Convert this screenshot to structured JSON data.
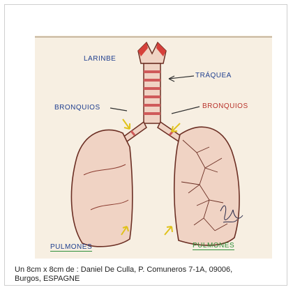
{
  "drawing": {
    "labels": {
      "larinbe": "LARINBE",
      "traquea": "TRÁQUEA",
      "bronquios_left": "BRONQUIOS",
      "bronquios_right": "BRONQUIOS",
      "pulmones_left": "PULMONES",
      "pulmones_right": "PULMONES"
    },
    "colors": {
      "paper": "#f7efe2",
      "lung_fill": "#f0d3c4",
      "trachea_band": "#cf5a5a",
      "larynx_red": "#d6403a",
      "label_blue": "#1f3f8f",
      "label_red": "#b8322b",
      "label_green": "#2f8f3a",
      "arrow_yellow": "#e0c21c",
      "outline": "#6b2e23"
    }
  },
  "caption": {
    "line1": "Un 8cm x 8cm de : Daniel De Culla, P. Comuneros 7-1A, 09006,",
    "line2": "Burgos, ESPAGNE"
  }
}
